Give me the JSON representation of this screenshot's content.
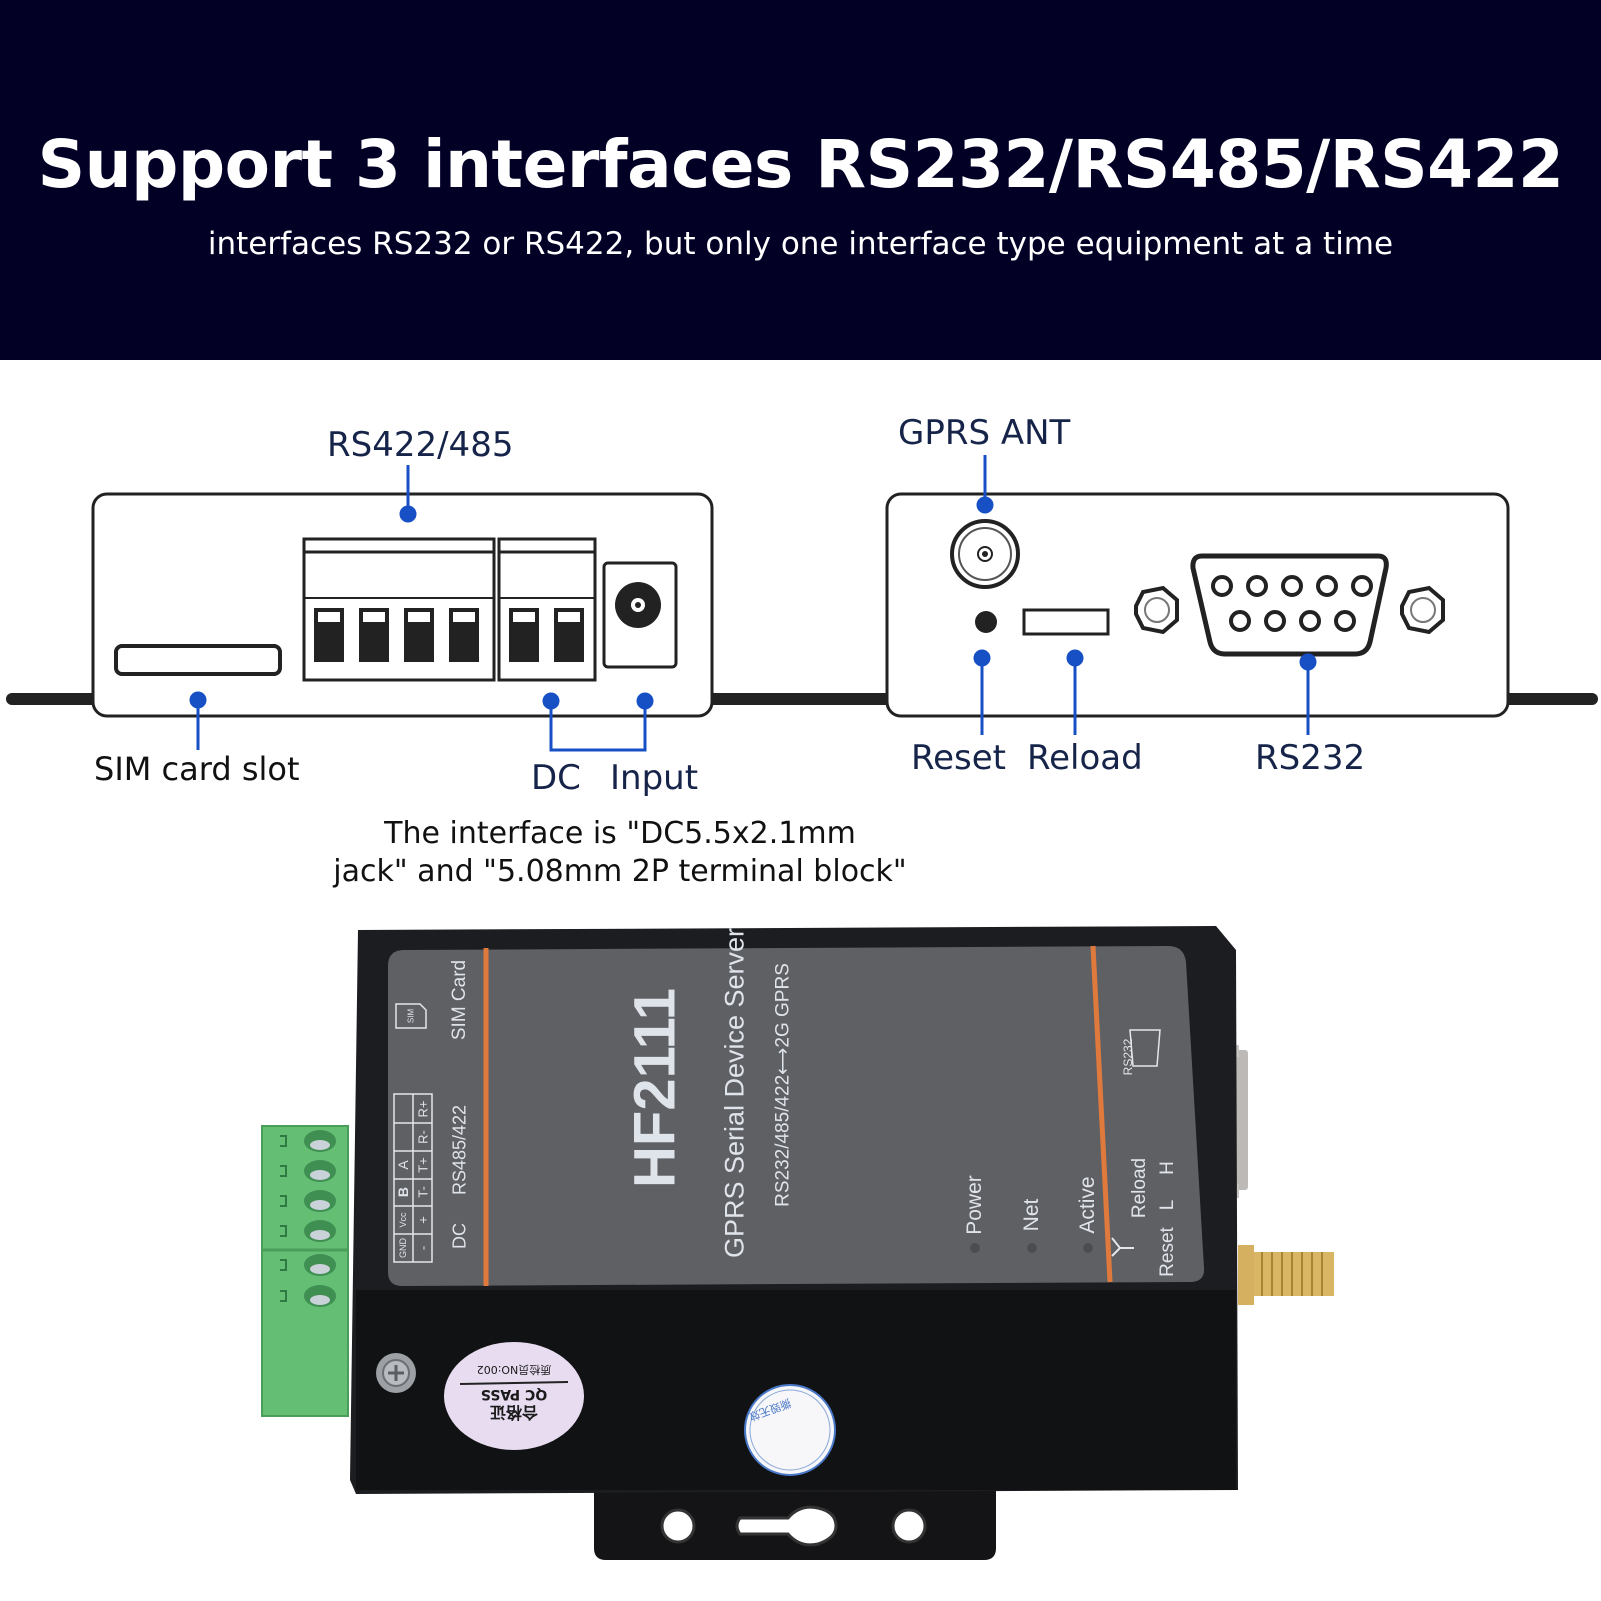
{
  "banner": {
    "title": "Support 3 interfaces RS232/RS485/RS422",
    "subtitle": "interfaces RS232 or RS422, but only one interface type equipment at a time",
    "background": "#030026"
  },
  "diagram_left": {
    "callouts": {
      "rs422_485": "RS422/485",
      "sim_slot": "SIM card slot",
      "dc": "DC",
      "input": "Input"
    }
  },
  "diagram_right": {
    "callouts": {
      "gprs_ant": "GPRS ANT",
      "reset": "Reset",
      "reload": "Reload",
      "rs232": "RS232"
    }
  },
  "note": {
    "line1": "The interface is \"DC5.5x2.1mm",
    "line2": "jack\" and \"5.08mm 2P terminal block\""
  },
  "device_label": {
    "model": "HF2111",
    "product": "GPRS Serial Device Server",
    "spec": "RS232/485/422⟷2G GPRS",
    "sim_card": "SIM Card",
    "sim_icon_text": "SIM",
    "terminal_row1": [
      "GND",
      "Vcc",
      "B",
      "A",
      "",
      ""
    ],
    "terminal_row2": [
      "-",
      "+",
      "T-",
      "T+",
      "R-",
      "R+"
    ],
    "dc": "DC",
    "rs485_422": "RS485/422",
    "leds": [
      "Power",
      "Net",
      "Active"
    ],
    "reload": "Reload",
    "reset": "Reset",
    "level_l": "L",
    "level_h": "H",
    "rs232": "RS232",
    "accent_color": "#e07a3c"
  },
  "stickers": {
    "qc_line1": "合格证",
    "qc_line2": "QC PASS",
    "qc_line3": "质检员NO:002",
    "seal": "撕毁无效"
  },
  "colors": {
    "callout_blue": "#1750c4",
    "terminal_green": "#5dbb6f",
    "device_body": "#1c1d20",
    "label_gray": "#5f6064"
  }
}
